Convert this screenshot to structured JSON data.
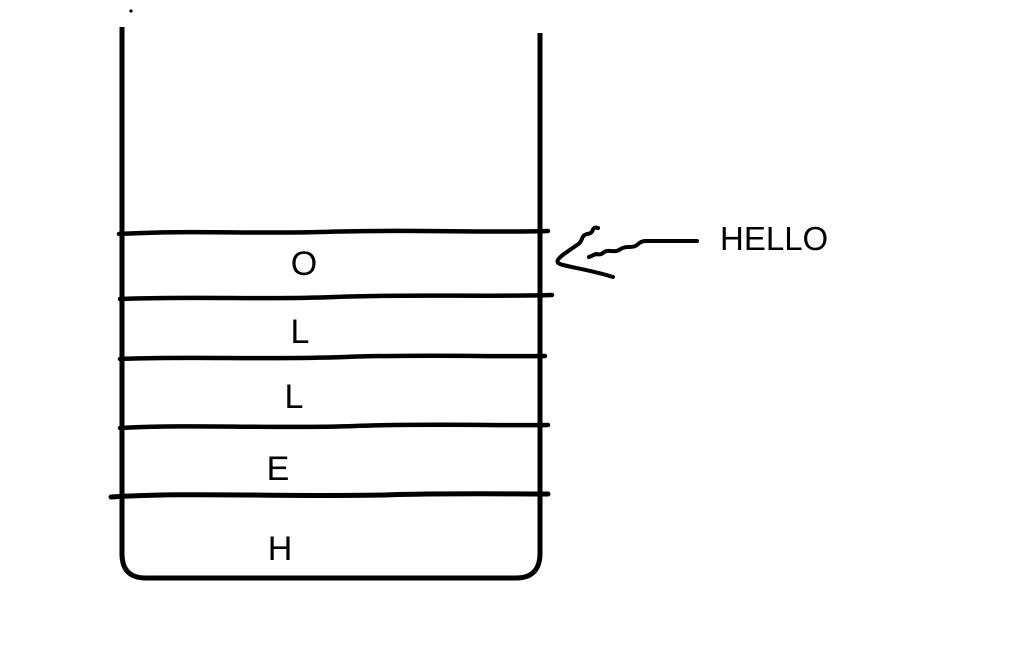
{
  "page": {
    "background_color": "#ffffff",
    "ink_color": "#000000"
  },
  "diagram": {
    "type": "hand-drawn stack (vertical container with stacked letter cells)",
    "stack": {
      "rows_top_to_bottom": [
        {
          "label": "O"
        },
        {
          "label": "L"
        },
        {
          "label": "L"
        },
        {
          "label": "E"
        },
        {
          "label": "H"
        }
      ],
      "items_bottom_to_top": [
        "H",
        "E",
        "L",
        "L",
        "O"
      ]
    },
    "annotation": {
      "label": "HELLO",
      "points_to": "top cell of stack"
    }
  }
}
